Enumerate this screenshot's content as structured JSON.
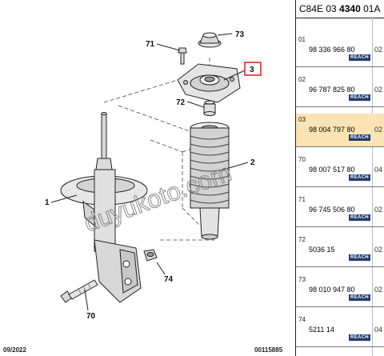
{
  "diagram": {
    "callouts": [
      "71",
      "73",
      "3",
      "72",
      "2",
      "1",
      "74",
      "70"
    ],
    "watermark": "duyukoto.com",
    "footer_left": "09/2022",
    "footer_right": "00115885"
  },
  "panel": {
    "header_prefix": "C84E 03",
    "header_bold": "4340",
    "header_suffix": "01A",
    "badge_text": "REACH",
    "rows": [
      {
        "pos": "01",
        "ref": "98 336 966 80",
        "qty": "02",
        "highlight": false
      },
      {
        "pos": "02",
        "ref": "96 787 825 80",
        "qty": "02",
        "highlight": false
      },
      {
        "pos": "03",
        "ref": "98 004 797 80",
        "qty": "02",
        "highlight": true
      },
      {
        "pos": "70",
        "ref": "98 007 517 80",
        "qty": "04",
        "highlight": false
      },
      {
        "pos": "71",
        "ref": "96 745 506 80",
        "qty": "02",
        "highlight": false
      },
      {
        "pos": "72",
        "ref": "5036 15",
        "qty": "02",
        "highlight": false
      },
      {
        "pos": "73",
        "ref": "98 010 947 80",
        "qty": "02",
        "highlight": false
      },
      {
        "pos": "74",
        "ref": "5211 14",
        "qty": "04",
        "highlight": false
      }
    ]
  }
}
